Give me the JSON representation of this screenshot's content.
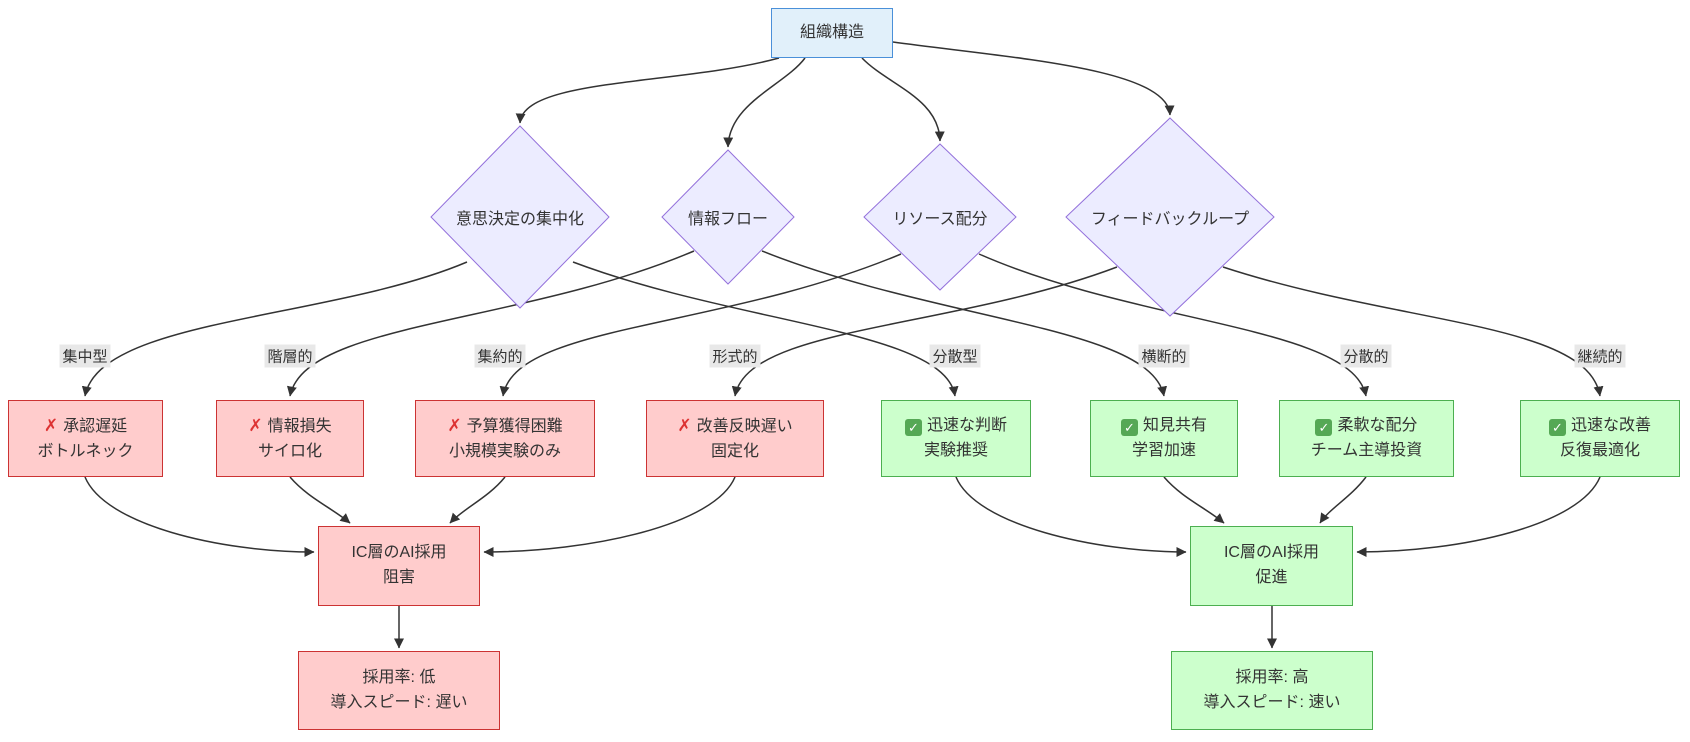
{
  "diagram": {
    "root": {
      "label": "組織構造"
    },
    "decisions": [
      {
        "label": "意思決定の集中化"
      },
      {
        "label": "情報フロー"
      },
      {
        "label": "リソース配分"
      },
      {
        "label": "フィードバックループ"
      }
    ],
    "edge_labels": [
      "集中型",
      "階層的",
      "集約的",
      "形式的",
      "分散型",
      "横断的",
      "分散的",
      "継続的"
    ],
    "outcomes": [
      {
        "sentiment": "negative",
        "line1": "承認遅延",
        "line2": "ボトルネック"
      },
      {
        "sentiment": "negative",
        "line1": "情報損失",
        "line2": "サイロ化"
      },
      {
        "sentiment": "negative",
        "line1": "予算獲得困難",
        "line2": "小規模実験のみ"
      },
      {
        "sentiment": "negative",
        "line1": "改善反映遅い",
        "line2": "固定化"
      },
      {
        "sentiment": "positive",
        "line1": "迅速な判断",
        "line2": "実験推奨"
      },
      {
        "sentiment": "positive",
        "line1": "知見共有",
        "line2": "学習加速"
      },
      {
        "sentiment": "positive",
        "line1": "柔軟な配分",
        "line2": "チーム主導投資"
      },
      {
        "sentiment": "positive",
        "line1": "迅速な改善",
        "line2": "反復最適化"
      }
    ],
    "converge": {
      "negative": {
        "line1": "IC層のAI採用",
        "line2": "阻害"
      },
      "positive": {
        "line1": "IC層のAI採用",
        "line2": "促進"
      }
    },
    "results": {
      "negative": {
        "line1": "採用率: 低",
        "line2": "導入スピード: 遅い"
      },
      "positive": {
        "line1": "採用率: 高",
        "line2": "導入スピード: 速い"
      }
    }
  },
  "icons": {
    "cross": "✗",
    "check": "✓"
  },
  "colors": {
    "root-fill": "#e1f0fa",
    "root-stroke": "#4a90d9",
    "decision-fill": "#ececff",
    "decision-stroke": "#9370db",
    "negative-fill": "#ffcccc",
    "negative-stroke": "#cc3333",
    "positive-fill": "#ccffcc",
    "positive-stroke": "#4caf50",
    "edge-color": "#333333",
    "label-bg": "#e8e8e8",
    "text-color": "#333333",
    "cross-color": "#dd3333",
    "check-bg": "#55a855"
  }
}
